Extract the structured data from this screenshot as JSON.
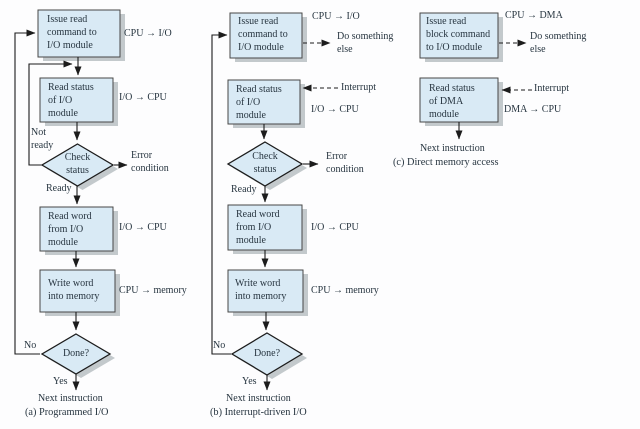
{
  "figure_name": "Three I/O techniques flowcharts",
  "colors": {
    "box_fill": "#d9eaf5",
    "box_border": "#474747",
    "diamond_border": "#1c1c1c",
    "shadow": "#c3c9cc",
    "line": "#1c1c1c",
    "text": "#273540",
    "background": "#fdfdfe"
  },
  "chart_a": {
    "caption": "(a) Programmed I/O",
    "box_issue": "Issue read\ncommand to\nI/O module",
    "label_cpu_io": "CPU → I/O",
    "box_read_status": "Read status\nof I/O\nmodule",
    "label_io_cpu_status": "I/O → CPU",
    "label_not_ready": "Not\nready",
    "diamond_check": "Check\nstatus",
    "label_error": "Error\ncondition",
    "label_ready": "Ready",
    "box_read_word": "Read word\nfrom I/O\nmodule",
    "label_io_cpu_read": "I/O → CPU",
    "box_write_word": "Write word\ninto memory",
    "label_cpu_memory": "CPU → memory",
    "diamond_done": "Done?",
    "label_no": "No",
    "label_yes": "Yes",
    "label_next": "Next instruction"
  },
  "chart_b": {
    "caption": "(b) Interrupt-driven I/O",
    "box_issue": "Issue read\ncommand to\nI/O module",
    "label_cpu_io": "CPU → I/O",
    "label_do_something": "Do something\nelse",
    "box_read_status": "Read status\nof I/O\nmodule",
    "label_interrupt": "Interrupt",
    "label_io_cpu_status": "I/O → CPU",
    "diamond_check": "Check\nstatus",
    "label_error": "Error\ncondition",
    "label_ready": "Ready",
    "box_read_word": "Read word\nfrom I/O\nmodule",
    "label_io_cpu_read": "I/O → CPU",
    "box_write_word": "Write word\ninto memory",
    "label_cpu_memory": "CPU → memory",
    "diamond_done": "Done?",
    "label_no": "No",
    "label_yes": "Yes",
    "label_next": "Next instruction"
  },
  "chart_c": {
    "caption": "(c) Direct memory access",
    "box_issue": "Issue read\nblock command\nto I/O module",
    "label_cpu_dma": "CPU → DMA",
    "label_do_something": "Do something\nelse",
    "box_read_status": "Read status\nof DMA\nmodule",
    "label_interrupt": "Interrupt",
    "label_dma_cpu": "DMA → CPU",
    "label_next": "Next instruction"
  }
}
